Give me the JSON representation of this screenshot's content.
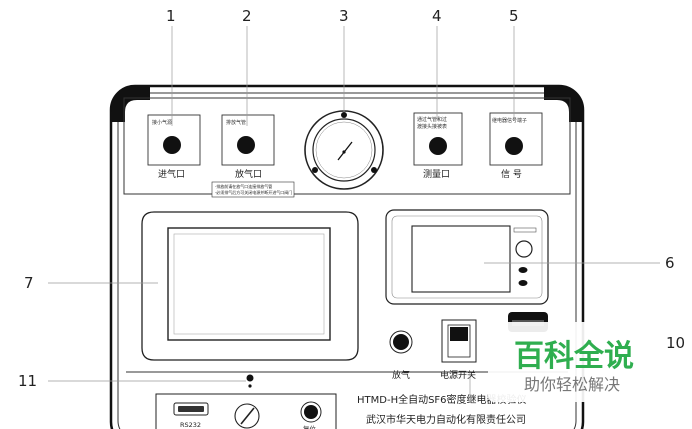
{
  "callouts": {
    "n1": "1",
    "n2": "2",
    "n3": "3",
    "n4": "4",
    "n5": "5",
    "n6": "6",
    "n7": "7",
    "n10": "10",
    "n11": "11"
  },
  "ports": {
    "inlet_tag": "接小气源",
    "inlet_label": "进气口",
    "vent_tag": "排放气管",
    "vent_label": "放气口",
    "measure_tag_line1": "通过气管和过",
    "measure_tag_line2": "渡接头接被表",
    "measure_label": "测量口",
    "signal_tag": "继电器信号端子",
    "signal_label": "信 号"
  },
  "warning_note": {
    "line1": "·排放前请在放气口连接排放气管",
    "line2": "·必须排气后方可关闭电源并断开进气口阀门"
  },
  "front_panel": {
    "vent_knob_label": "放气",
    "power_switch_label": "电源开关",
    "product_name": "HTMD-H全自动SF6密度继电器校验仪",
    "manufacturer": "武汉市华天电力自动化有限责任公司",
    "rs232_label": "RS232",
    "reset_label": "复位"
  },
  "watermark": {
    "title": "百科全说",
    "subtitle": "助你轻松解决"
  }
}
